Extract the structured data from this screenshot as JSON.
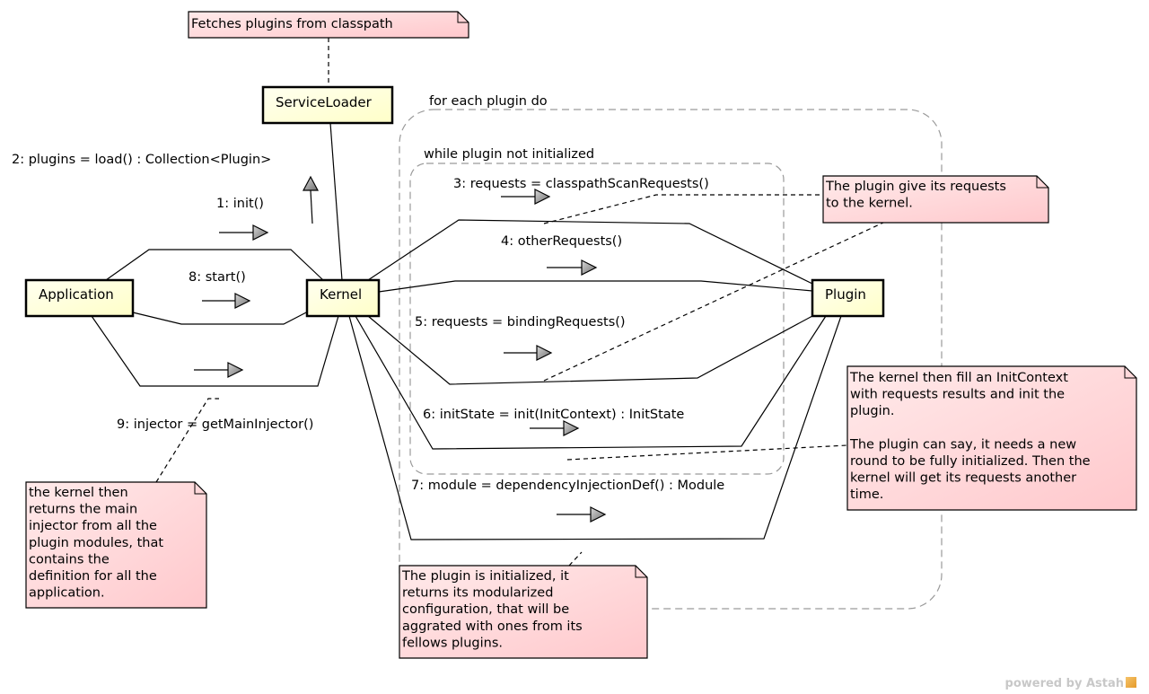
{
  "diagram": {
    "objects": {
      "application": "Application",
      "kernel": "Kernel",
      "plugin": "Plugin",
      "service_loader": "ServiceLoader"
    },
    "frames": {
      "for_each": "for each plugin do",
      "while": "while plugin not initialized"
    },
    "messages": {
      "m1": "1: init()",
      "m2": "2: plugins = load() : Collection<Plugin>",
      "m3": "3: requests = classpathScanRequests()",
      "m4": "4: otherRequests()",
      "m5": "5: requests = bindingRequests()",
      "m6": "6: initState = init(InitContext) : InitState",
      "m7": "7: module = dependencyInjectionDef() : Module",
      "m8": "8: start()",
      "m9": "9: injector = getMainInjector()"
    },
    "notes": {
      "fetch": [
        "Fetches plugins from classpath"
      ],
      "requests": [
        "The plugin give its requests",
        "to the kernel."
      ],
      "initcontext": [
        "The kernel then fill an InitContext",
        "with requests results and init the",
        "plugin.",
        "",
        "The plugin can say, it needs a new",
        "round to be fully initialized. Then the",
        "kernel will get its requests another",
        "time."
      ],
      "injector": [
        "the kernel then",
        "returns the main",
        "injector from all the",
        "plugin modules, that",
        "contains the",
        "definition for all the",
        "application."
      ],
      "module": [
        "The plugin is initialized, it",
        "returns its modularized",
        "configuration, that will be",
        "aggrated with ones from its",
        "fellows plugins."
      ]
    },
    "colors": {
      "object_fill": "#ffffd8",
      "note_fill_light": "#ffeaea",
      "note_fill_dark": "#ffc8cc",
      "frame_stroke": "#9a9a9a",
      "arrow_fill": "#8c8c8c"
    }
  },
  "branding": "powered by Astah"
}
